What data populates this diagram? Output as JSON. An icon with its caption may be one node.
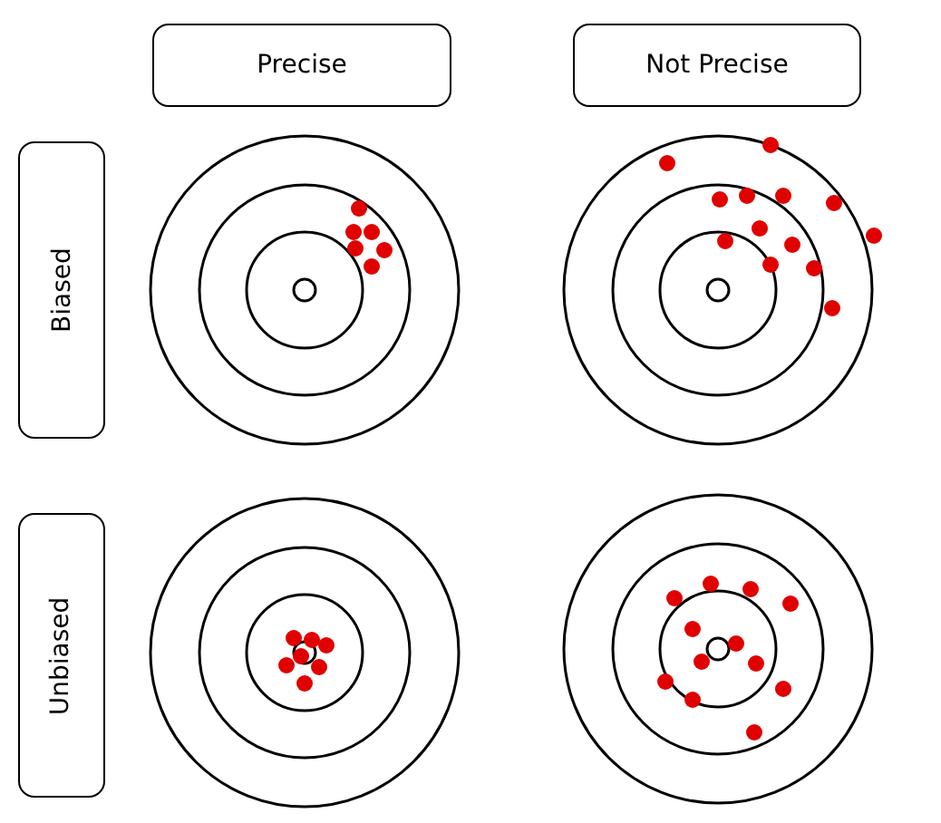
{
  "diagram": {
    "nodes": [
      {
        "text": [
          "Precise"
        ]
      },
      {
        "text": [
          "Not Precise"
        ]
      },
      {
        "text": [
          "Biased"
        ]
      },
      {
        "text": [
          "Unbiased"
        ]
      }
    ]
  }
}
